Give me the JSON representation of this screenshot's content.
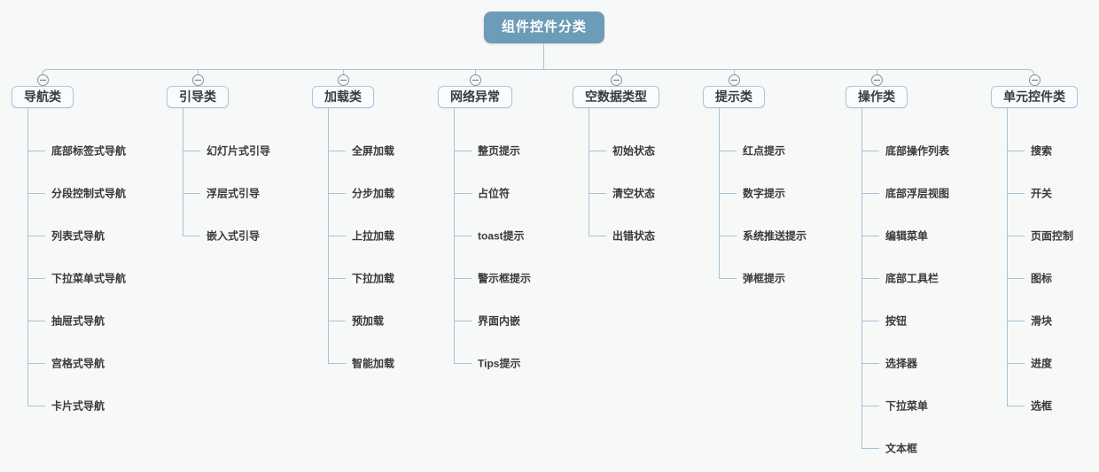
{
  "diagram": {
    "root": {
      "label": "组件控件分类"
    },
    "branches": [
      {
        "label": "导航类",
        "children": [
          "底部标签式导航",
          "分段控制式导航",
          "列表式导航",
          "下拉菜单式导航",
          "抽屉式导航",
          "宫格式导航",
          "卡片式导航"
        ]
      },
      {
        "label": "引导类",
        "children": [
          "幻灯片式引导",
          "浮层式引导",
          "嵌入式引导"
        ]
      },
      {
        "label": "加载类",
        "children": [
          "全屏加载",
          "分步加载",
          "上拉加载",
          "下拉加载",
          "预加载",
          "智能加载"
        ]
      },
      {
        "label": "网络异常",
        "children": [
          "整页提示",
          "占位符",
          "toast提示",
          "警示框提示",
          "界面内嵌",
          "Tips提示"
        ]
      },
      {
        "label": "空数据类型",
        "children": [
          "初始状态",
          "清空状态",
          "出错状态"
        ]
      },
      {
        "label": "提示类",
        "children": [
          "红点提示",
          "数字提示",
          "系统推送提示",
          "弹框提示"
        ]
      },
      {
        "label": "操作类",
        "children": [
          "底部操作列表",
          "底部浮层视图",
          "编辑菜单",
          "底部工具栏",
          "按钮",
          "选择器",
          "下拉菜单",
          "文本框"
        ]
      },
      {
        "label": "单元控件类",
        "children": [
          "搜索",
          "开关",
          "页面控制",
          "图标",
          "滑块",
          "进度",
          "选框"
        ]
      }
    ]
  },
  "icons": {
    "collapse": "minus-circle"
  },
  "colors": {
    "background": "#f7f8f8",
    "line": "#a6c3d8",
    "root_fill": "#6d9cb8",
    "root_text": "#ffffff",
    "node_fill": "#f9fcfe",
    "node_border": "#abc7da",
    "text": "#3a3a3a",
    "icon_stroke": "#8f8f8f"
  }
}
